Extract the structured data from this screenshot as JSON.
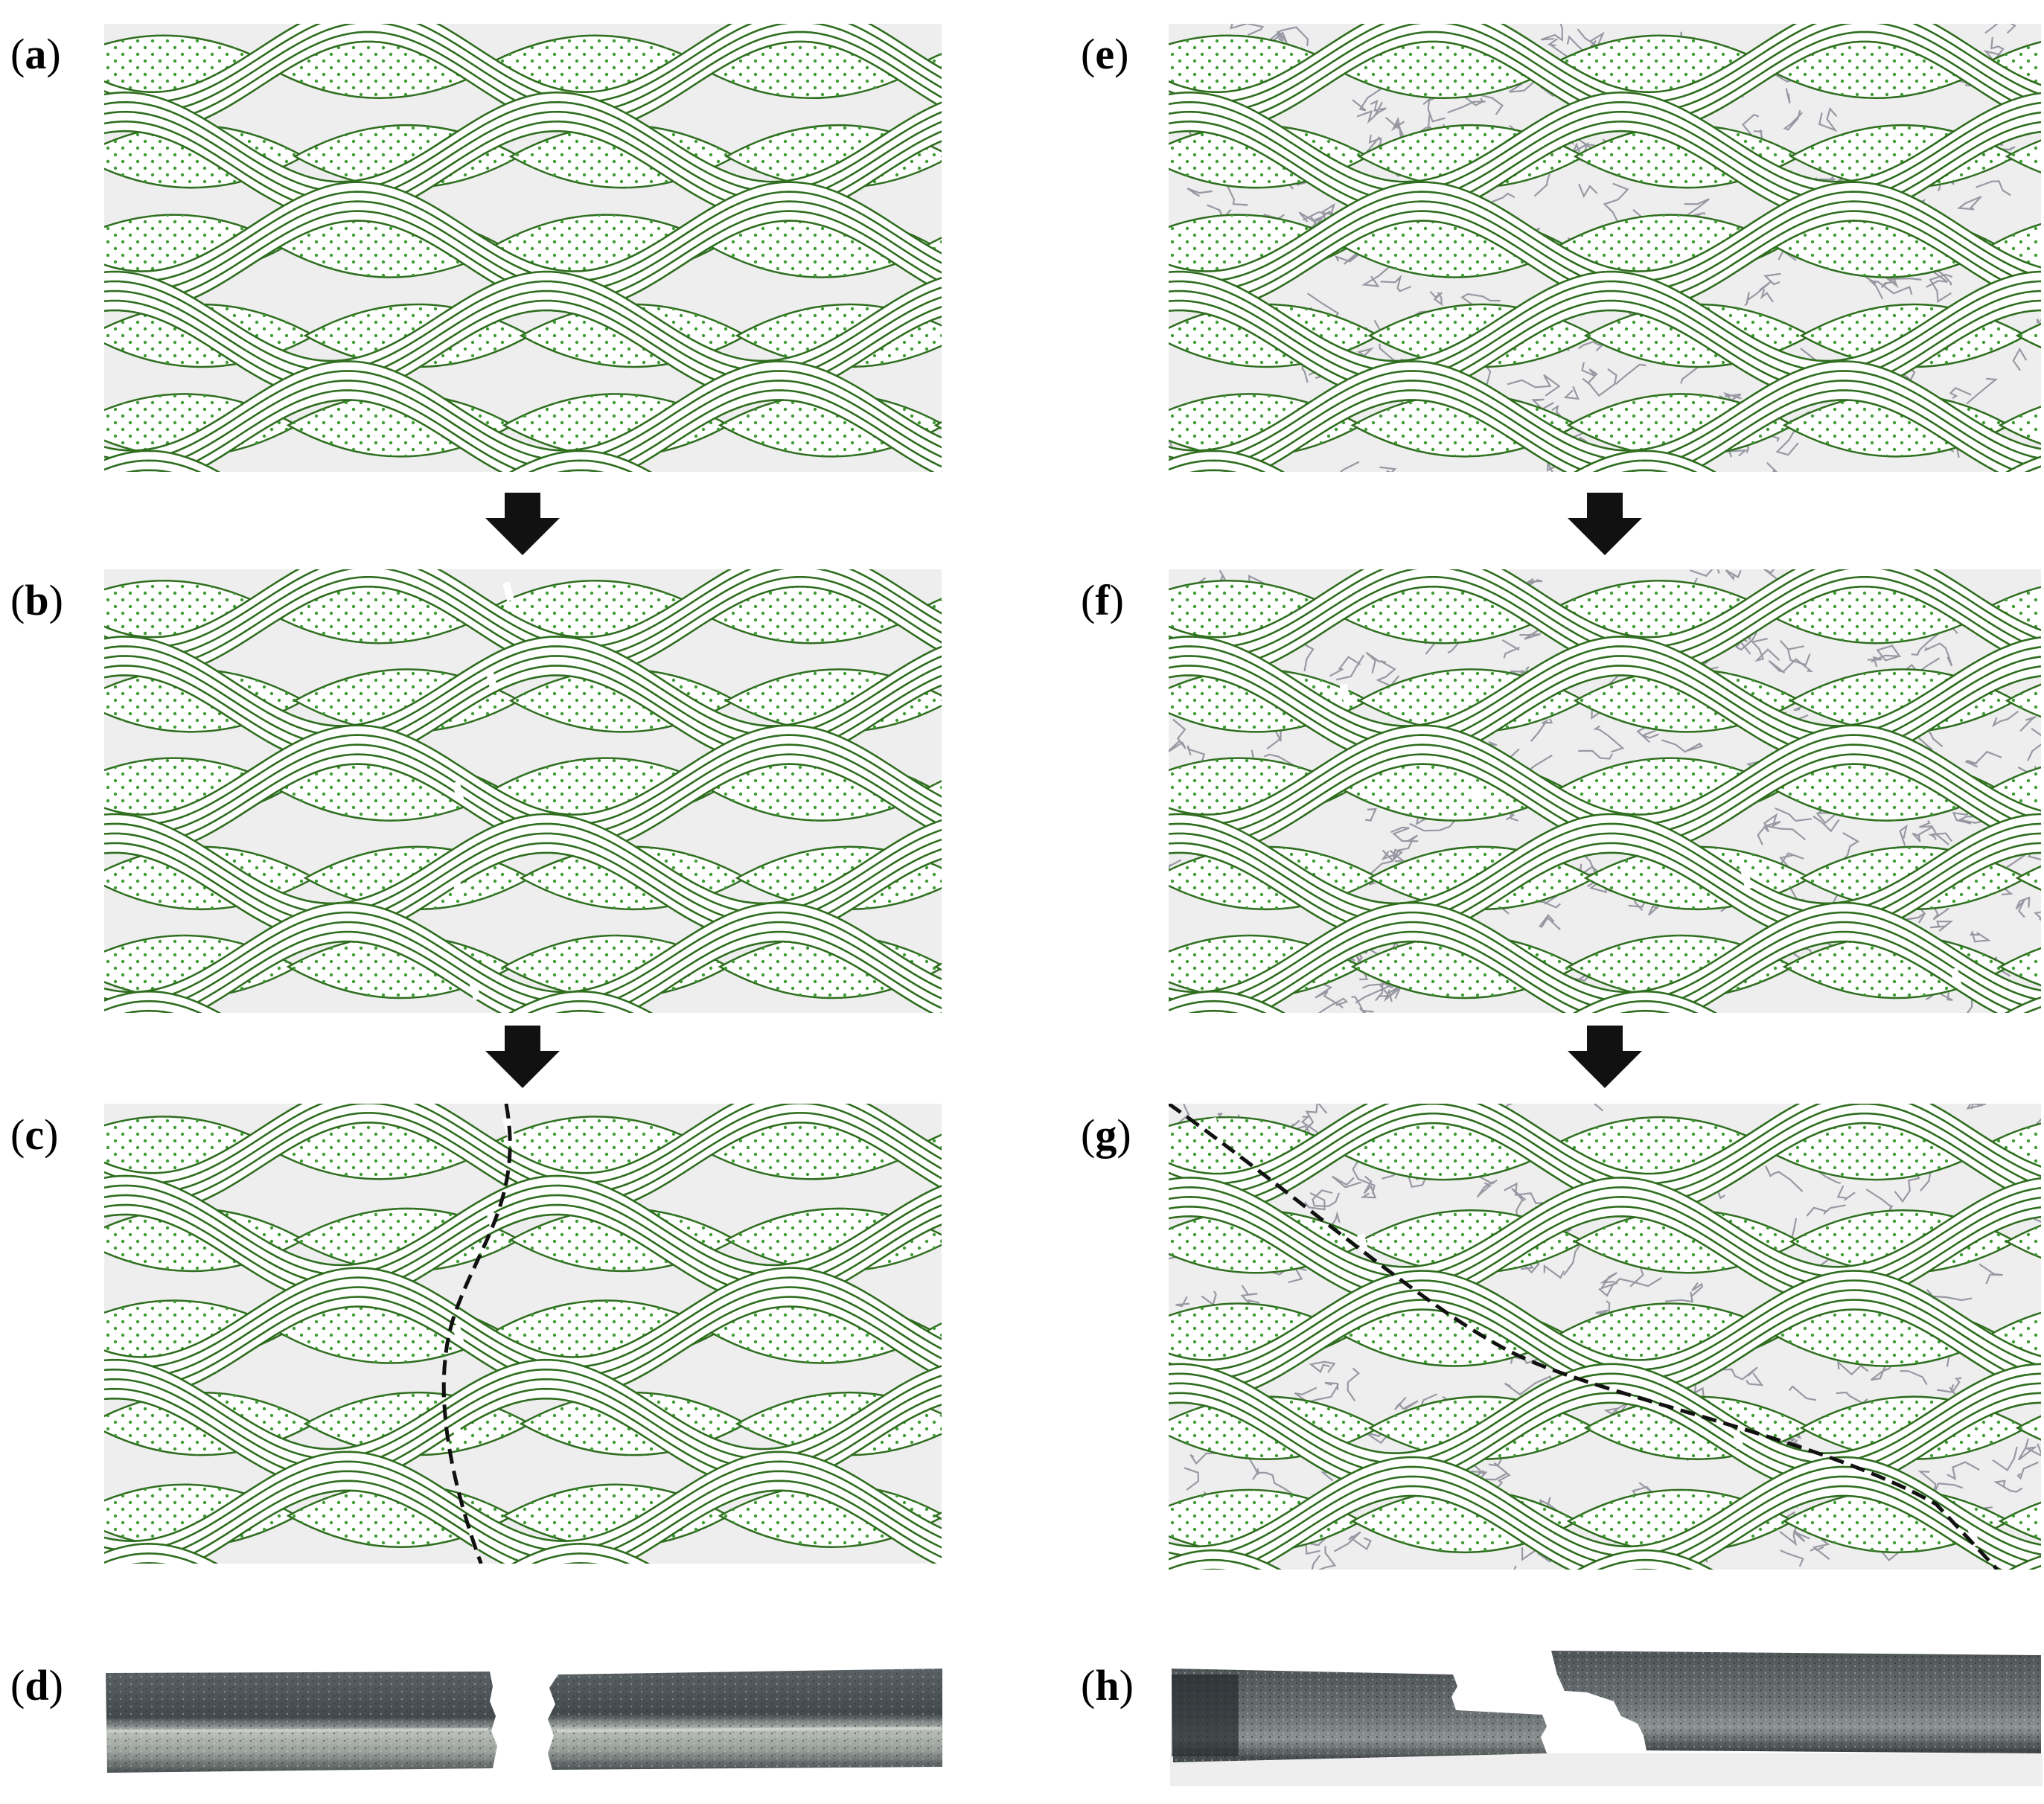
{
  "figure": {
    "panels": [
      {
        "id": "a",
        "label_open": "(",
        "label_letter": "a",
        "label_close": ")",
        "cracks": "none",
        "fractured": false,
        "crack_path": "none"
      },
      {
        "id": "b",
        "label_open": "(",
        "label_letter": "b",
        "label_close": ")",
        "cracks": "none",
        "fractured": true,
        "crack_path": "none"
      },
      {
        "id": "c",
        "label_open": "(",
        "label_letter": "c",
        "label_close": ")",
        "cracks": "none",
        "fractured": true,
        "crack_path": "vertical-dashed"
      },
      {
        "id": "d",
        "label_open": "(",
        "label_letter": "d",
        "label_close": ")",
        "type": "photo",
        "photo_style": "straight-break"
      },
      {
        "id": "e",
        "label_open": "(",
        "label_letter": "e",
        "label_close": ")",
        "cracks": "network",
        "fractured": false,
        "crack_path": "none"
      },
      {
        "id": "f",
        "label_open": "(",
        "label_letter": "f",
        "label_close": ")",
        "cracks": "network",
        "fractured": true,
        "crack_path": "none"
      },
      {
        "id": "g",
        "label_open": "(",
        "label_letter": "g",
        "label_close": ")",
        "cracks": "network",
        "fractured": true,
        "crack_path": "diagonal-dashed"
      },
      {
        "id": "h",
        "label_open": "(",
        "label_letter": "h",
        "label_close": ")",
        "type": "photo",
        "photo_style": "stepped-break"
      }
    ],
    "arrows": [
      {
        "id": "arrow-a-b",
        "icon": "down-arrow-icon"
      },
      {
        "id": "arrow-b-c",
        "icon": "down-arrow-icon"
      },
      {
        "id": "arrow-e-f",
        "icon": "down-arrow-icon"
      },
      {
        "id": "arrow-f-g",
        "icon": "down-arrow-icon"
      }
    ],
    "colors": {
      "matrix": "#eeeeef",
      "yarn_stroke": "#2f6d1f",
      "yarn_dots": "#3f9c35",
      "crack_network": "#8a8a96",
      "crack_line": "#111111",
      "arrow": "#111111",
      "photo_dark": "#3e4548",
      "photo_light": "#a7aca8"
    }
  }
}
